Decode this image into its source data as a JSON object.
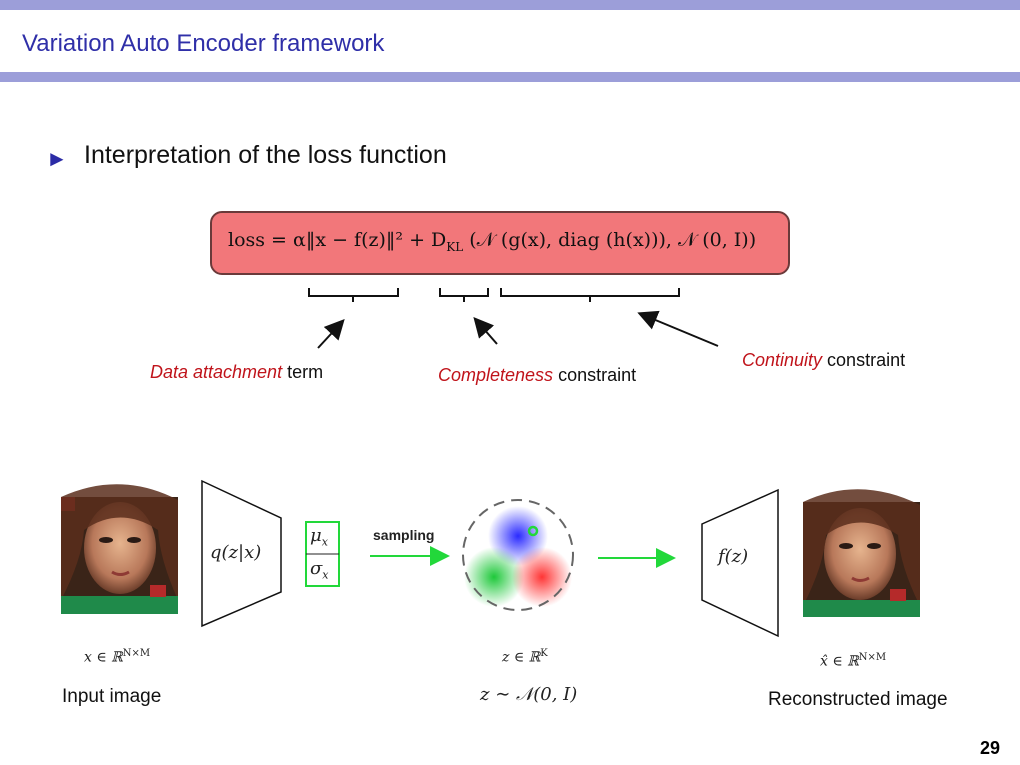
{
  "slide": {
    "title": "Variation Auto Encoder framework",
    "page_number": "29"
  },
  "bullet": {
    "text": "Interpretation of the loss function",
    "marker": "►"
  },
  "formula": {
    "text": "loss = α‖x − f(z)‖² + D",
    "kl_sub": "KL",
    "rest": " (𝒩 (g(x), diag (h(x))), 𝒩 (0, I))"
  },
  "annotations": {
    "data_attachment": {
      "emph": "Data attachment",
      "rest": " term"
    },
    "completeness": {
      "emph": "Completeness",
      "rest": " constraint"
    },
    "continuity": {
      "emph": "Continuity",
      "rest": " constraint"
    }
  },
  "diagram": {
    "encoder_label": "q(z|x)",
    "mu_label": "μ",
    "sigma_label": "σ",
    "param_sub": "x",
    "sampling_label": "sampling",
    "decoder_label": "f(z)",
    "input_math": "x ∈ ℝ",
    "input_sup": "N×M",
    "latent_math": "z ∈ ℝ",
    "latent_sup": "K",
    "latent_dist": "z ∼ 𝒩(0, I)",
    "output_math": "x̂ ∈ ℝ",
    "output_sup": "N×M",
    "input_caption": "Input image",
    "output_caption": "Reconstructed image"
  },
  "colors": {
    "accent_bar": "#9c9ed9",
    "title_text": "#2f2fa8",
    "formula_box": "#f2777a",
    "emphasis_red": "#c0141b",
    "arrow_green": "#22d83a"
  }
}
